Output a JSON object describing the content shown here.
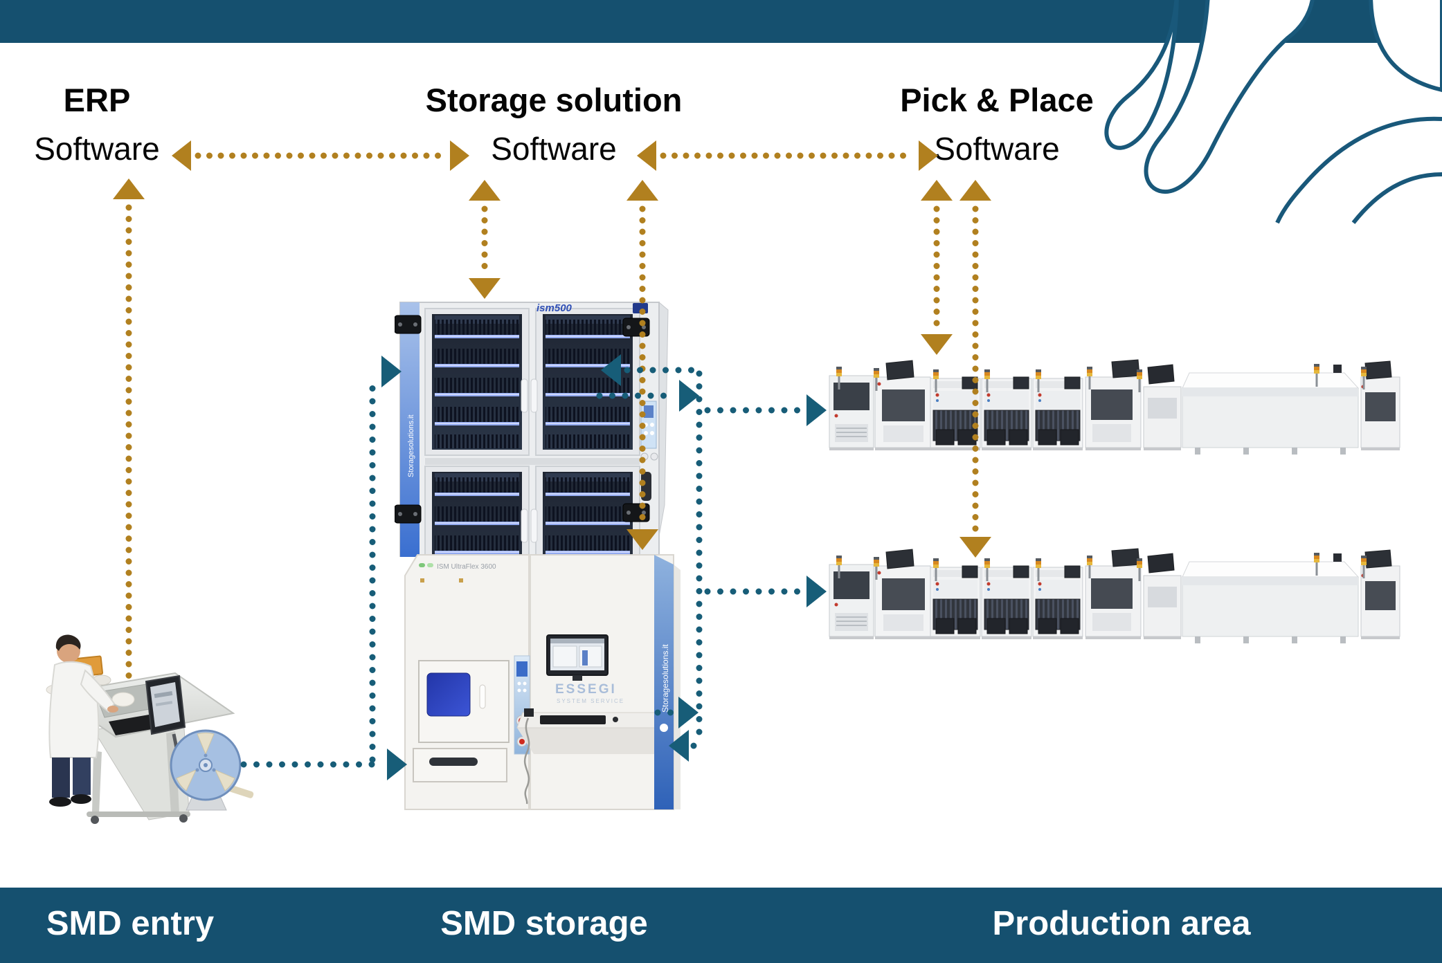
{
  "palette": {
    "bar_teal": "#15506f",
    "gold": "#b1801f",
    "flow_teal": "#175d78",
    "logo_teal": "#19587a",
    "ink": "#050505"
  },
  "software_nodes": {
    "erp": {
      "title": "ERP",
      "subtitle": "Software"
    },
    "storage": {
      "title": "Storage solution",
      "subtitle": "Software"
    },
    "pick_place": {
      "title": "Pick & Place",
      "subtitle": "Software"
    }
  },
  "zones": {
    "entry": "SMD entry",
    "storage": "SMD storage",
    "production": "Production area"
  },
  "machines": {
    "ism500": {
      "model": "ism500",
      "brand": "Storagesolutions.it"
    },
    "ism3600": {
      "model": "ISM UltraFlex 3600",
      "brand": "Storagesolutions.it",
      "maker": "ESSEGI",
      "maker_sub": "SYSTEM SERVICE"
    }
  }
}
